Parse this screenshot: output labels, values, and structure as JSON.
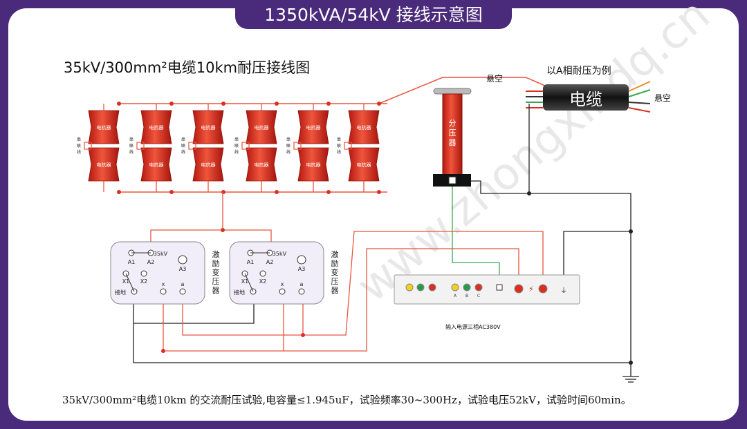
{
  "header": {
    "title": "1350kVA/54kV 接线示意图"
  },
  "diagram": {
    "subtitle": "35kV/300mm²电缆10km耐压接线图",
    "floating_top": "悬空",
    "example_label": "以A相耐压为例",
    "cable_label": "电缆",
    "floating_right": "悬空",
    "reactor_label": "电抗器",
    "series_line_label": [
      "串",
      "联",
      "线"
    ],
    "divider_label": [
      "分",
      "压",
      "器"
    ],
    "transformer": {
      "label": [
        "激",
        "励",
        "变",
        "压",
        "器"
      ],
      "a1": "A1",
      "a2": "A2",
      "a3": "A3",
      "x1": "X1",
      "x2": "X2",
      "x": "x",
      "a": "a",
      "ground": "接地",
      "tap": "35kV"
    },
    "control_box": {
      "power_label": "输入电源三相AC380V",
      "phase_a": "A",
      "phase_b": "B",
      "phase_c": "C"
    },
    "watermark": "www.zhongxindq.cn"
  },
  "footer": {
    "text": "35kV/300mm²电缆10km 的交流耐压试验,电容量≤1.945uF，试验频率30~300Hz，试验电压52kV，试验时间60min。"
  },
  "colors": {
    "frame": "#4a2a7a",
    "wire": "#e8553e",
    "reactor": "#d9281b",
    "ground_wire": "#222222",
    "signal_wire": "#3aa655"
  }
}
